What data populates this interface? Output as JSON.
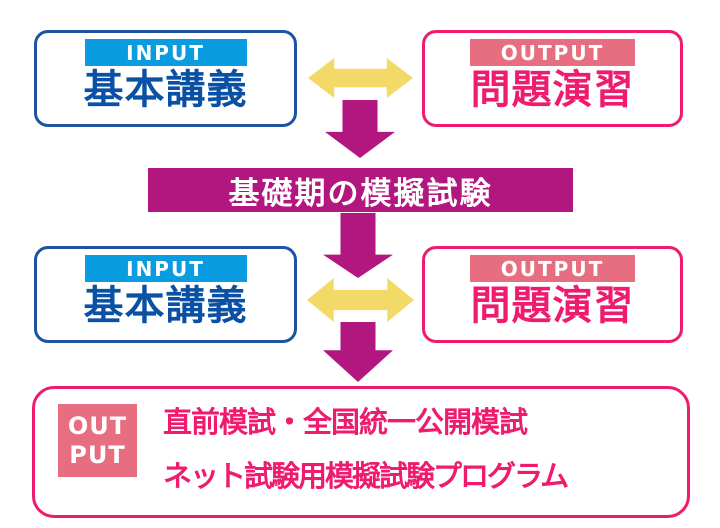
{
  "palette": {
    "cyan_input_tag": "#0a9ce0",
    "blue_border": "#1d53a0",
    "blue_text": "#0a50a4",
    "pink_accent": "#ee1b6e",
    "salmon_output_tag": "#e76e80",
    "magenta_arrow_band": "#b2167f",
    "yellow_arrow": "#f3da68",
    "background": "#ffffff"
  },
  "row1": {
    "input": {
      "tag": "INPUT",
      "label": "基本講義"
    },
    "output": {
      "tag": "OUTPUT",
      "label": "問題演習"
    }
  },
  "band": {
    "label": "基礎期の模擬試験"
  },
  "row2": {
    "input": {
      "tag": "INPUT",
      "label": "基本講義"
    },
    "output": {
      "tag": "OUTPUT",
      "label": "問題演習"
    }
  },
  "bottom": {
    "tag_line1": "OUT",
    "tag_line2": "PUT",
    "line1": "直前模試・全国統一公開模試",
    "line2": "ネット試験用模擬試験プログラム"
  }
}
